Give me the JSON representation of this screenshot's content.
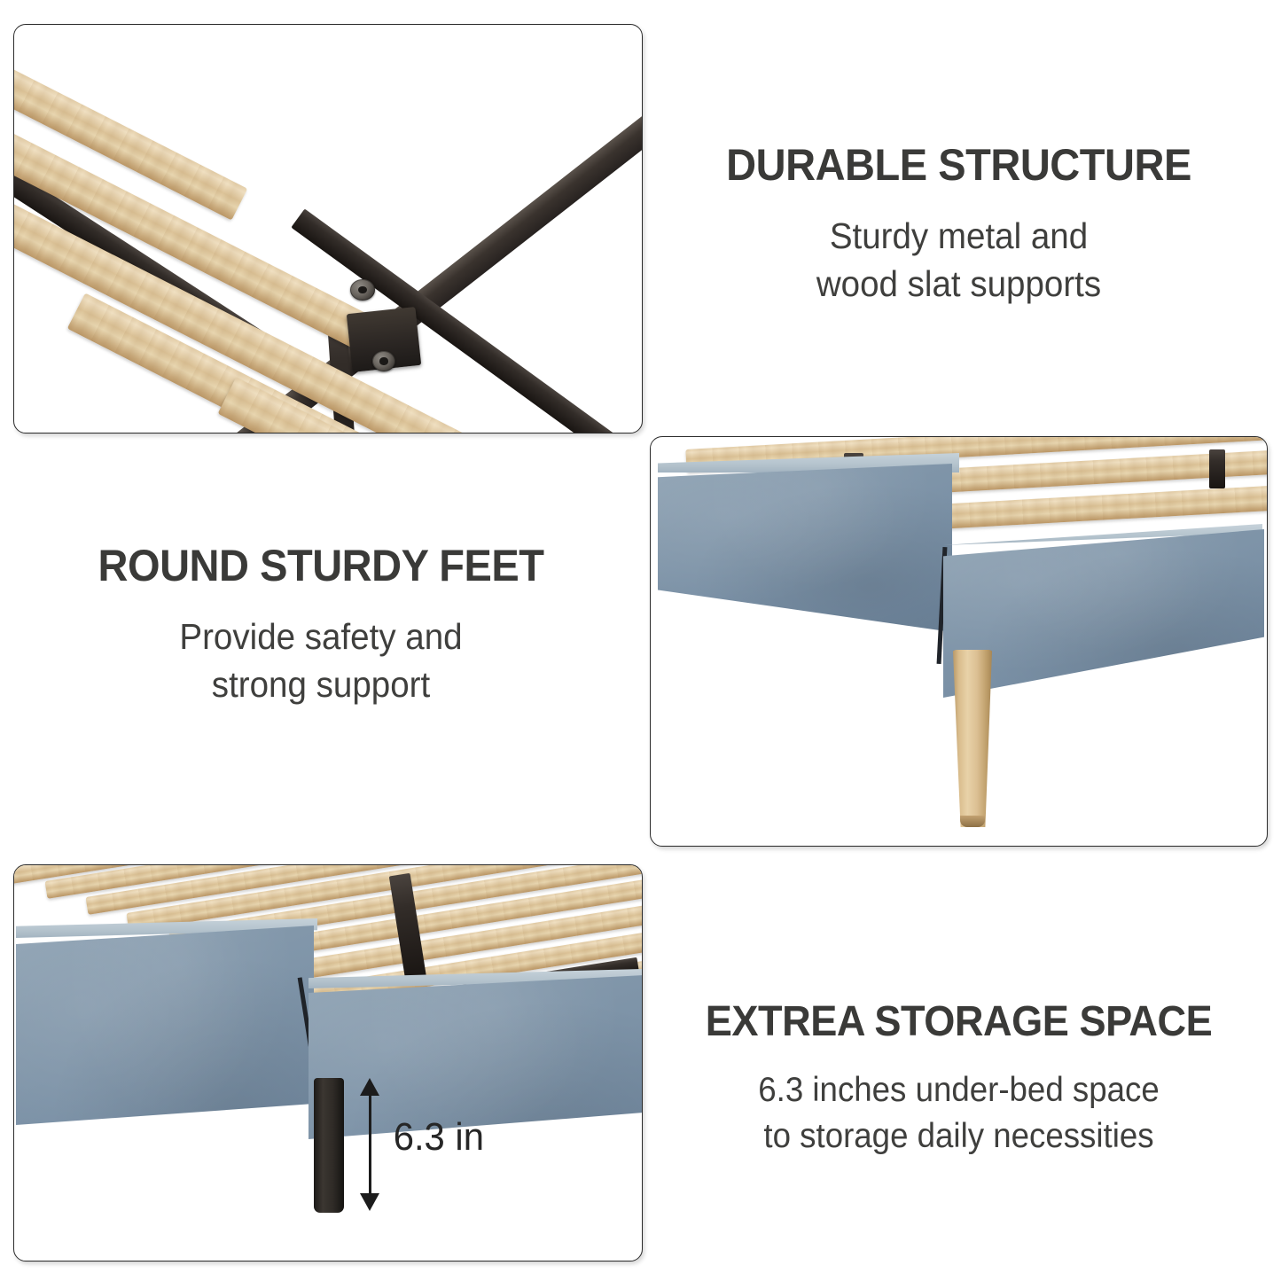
{
  "background_color": "#ffffff",
  "palette": {
    "heading_text": "#3a3a38",
    "body_text": "#3f3f3d",
    "upholstery_blue_gray": "#7d93a8",
    "wood_slat_tan": "#d9bd8e",
    "metal_black": "#2b2522",
    "panel_border": "#2b2b2b",
    "dimension_line": "#1c1c1c"
  },
  "features": [
    {
      "id": "durable-structure",
      "heading": "DURABLE STRUCTURE",
      "description_lines": [
        "Sturdy metal and",
        "wood slat supports"
      ],
      "image_alt": "close-up of wooden slats resting on black metal cross support beams bolted together",
      "image_position": "top-left",
      "text_position": "top-right"
    },
    {
      "id": "round-sturdy-feet",
      "heading": "ROUND STURDY FEET",
      "description_lines": [
        "Provide safety and",
        "strong support"
      ],
      "image_alt": "corner of blue-gray upholstered platform bed frame with tapered round wooden leg",
      "image_position": "middle-right",
      "text_position": "middle-left"
    },
    {
      "id": "extra-storage-space",
      "heading": "EXTREA STORAGE SPACE",
      "description_lines": [
        "6.3 inches under-bed space",
        "to storage daily necessities"
      ],
      "image_alt": "side view of upholstered bed frame with black center support leg and height dimension",
      "image_position": "bottom-left",
      "text_position": "bottom-right"
    }
  ],
  "dimension_callout": {
    "label": "6.3 in",
    "value": 6.3,
    "unit": "in",
    "arrow_style": "double-headed-vertical"
  },
  "icons": {
    "arrow_up": "arrow-up-icon",
    "arrow_down": "arrow-down-icon"
  }
}
